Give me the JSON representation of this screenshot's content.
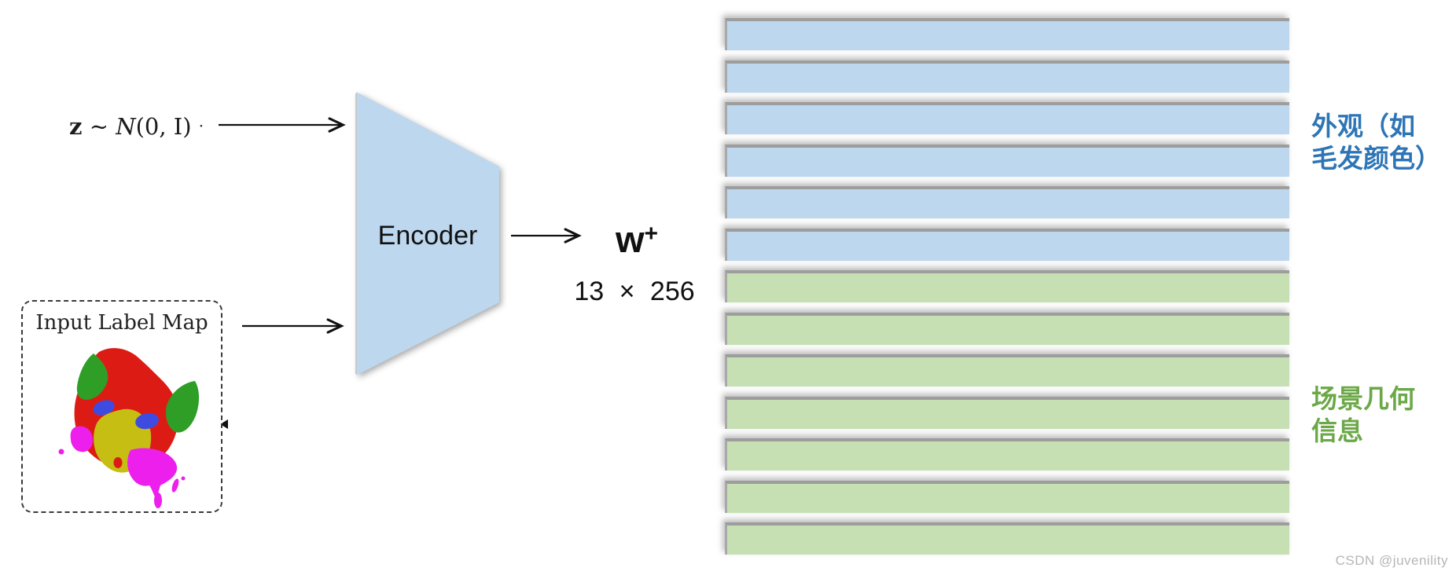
{
  "diagram": {
    "latent": {
      "z": "z",
      "tilde": "∼",
      "dist_symbol": "N",
      "args": "(0, I)",
      "trailing_dot": "·"
    },
    "encoder": {
      "label": "Encoder",
      "fill": "#BDD7EE"
    },
    "output": {
      "symbol": "w",
      "superscript": "+",
      "dimensions": "13 × 256"
    },
    "input_label_map": {
      "title": "Input Label Map",
      "colors": {
        "ears": "#2E9E27",
        "head": "#DC1C14",
        "face": "#C6BE12",
        "eyes": "#3E4BE0",
        "mouth_patches": "#EC1FEC",
        "mouth_dot": "#DC1C14"
      }
    },
    "latent_bars": {
      "count": 13,
      "appearance_rows": 6,
      "geometry_rows": 7,
      "appearance_color": "#BDD7EE",
      "geometry_color": "#C6E0B4"
    },
    "annotations": {
      "appearance": {
        "lines": [
          "外观（如",
          "毛发颜色）"
        ],
        "color": "#2E75B6"
      },
      "geometry": {
        "lines": [
          "场景几何",
          "信息"
        ],
        "color": "#6CA848"
      }
    },
    "watermark": "CSDN @juvenility"
  }
}
